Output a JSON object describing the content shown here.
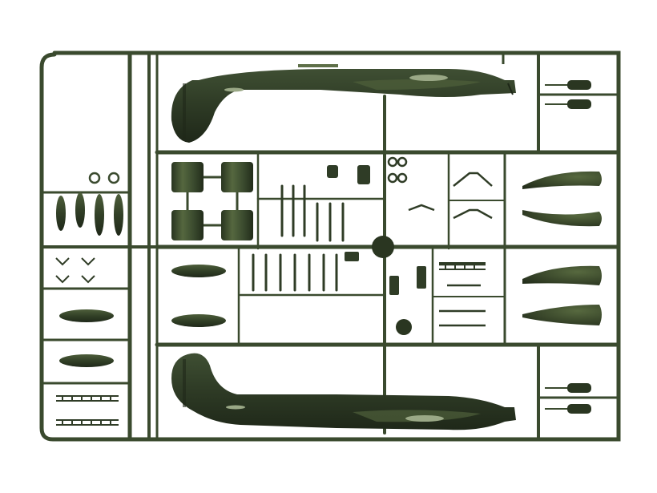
{
  "colors": {
    "plastic": "#3a4a2e",
    "plastic_dark": "#2a3621",
    "plastic_light": "#54653f",
    "highlight": "#7d8c66",
    "background": "#ffffff"
  },
  "parts": {
    "fuselage_halves": 2,
    "engine_cowlings": 4,
    "bombs": 4,
    "drop_tanks": 4,
    "wing_parts": 4
  }
}
